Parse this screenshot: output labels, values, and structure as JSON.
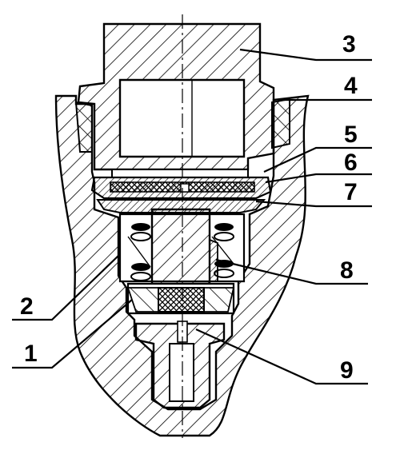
{
  "diagram": {
    "callouts": [
      {
        "id": "3",
        "text": "3"
      },
      {
        "id": "4",
        "text": "4"
      },
      {
        "id": "5",
        "text": "5"
      },
      {
        "id": "6",
        "text": "6"
      },
      {
        "id": "7",
        "text": "7"
      },
      {
        "id": "8",
        "text": "8"
      },
      {
        "id": "2",
        "text": "2"
      },
      {
        "id": "1",
        "text": "1"
      },
      {
        "id": "9",
        "text": "9"
      }
    ],
    "colors": {
      "ink": "#000000",
      "paper": "#ffffff"
    }
  }
}
